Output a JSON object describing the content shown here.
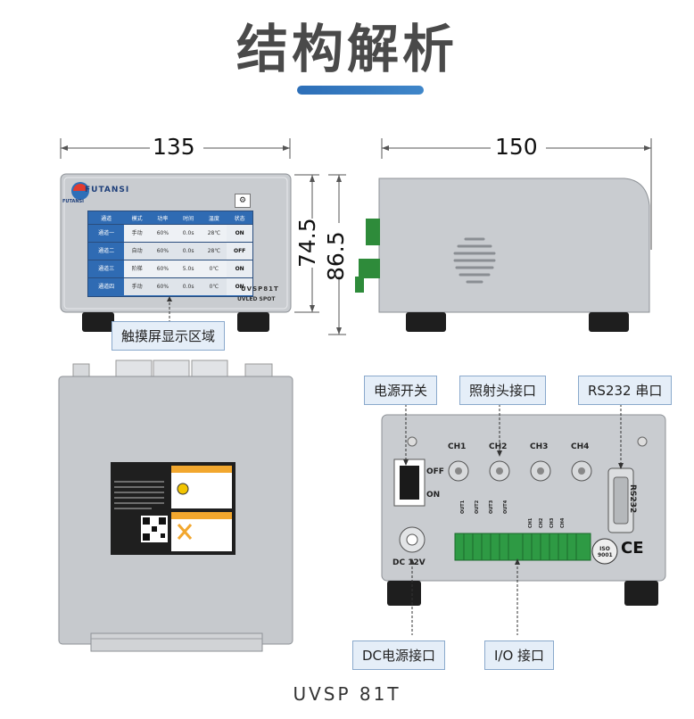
{
  "title": "结构解析",
  "model": "UVSP 81T",
  "dimensions": {
    "width_front": "135",
    "depth_side": "150",
    "height_body": "74.5",
    "height_total": "86.5"
  },
  "callouts": {
    "touchscreen": "触摸屏显示区域",
    "power_switch": "电源开关",
    "irradiation_head": "照射头接口",
    "rs232": "RS232 串口",
    "dc_power": "DC电源接口",
    "io_port": "I/O 接口"
  },
  "front_panel": {
    "brand": "FUTANSI",
    "brand_sub": "FUTANSI",
    "header": [
      "通道",
      "模式",
      "功率",
      "时间",
      "温度",
      "状态"
    ],
    "rows": [
      {
        "ch": "通道一",
        "mode": "手动",
        "power": "60%",
        "time": "0.0s",
        "temp": "28℃",
        "state": "ON"
      },
      {
        "ch": "通道二",
        "mode": "自动",
        "power": "60%",
        "time": "0.0s",
        "temp": "28℃",
        "state": "OFF"
      },
      {
        "ch": "通道三",
        "mode": "阶梯",
        "power": "60%",
        "time": "5.0s",
        "temp": "0℃",
        "state": "ON"
      },
      {
        "ch": "通道四",
        "mode": "手动",
        "power": "60%",
        "time": "0.0s",
        "temp": "0℃",
        "state": "ON"
      }
    ],
    "model_plate": "UVSP81T",
    "model_sub": "UVLED SPOT"
  },
  "rear_panel": {
    "channels": [
      "CH1",
      "CH2",
      "CH3",
      "CH4"
    ],
    "off_label": "OFF",
    "on_label": "ON",
    "dc_label": "DC 12V",
    "rs232_label": "RS232",
    "iso_label": "ISO 9001",
    "ce_label": "CE",
    "outputs": [
      "OUT1",
      "OUT2",
      "OUT3",
      "OUT4"
    ],
    "inputs": [
      "CH1",
      "CH2",
      "CH3",
      "CH4"
    ]
  },
  "colors": {
    "accent": "#2d6fb8",
    "callout_bg": "#e5eef8",
    "body_grey": "#c6c9cd",
    "screen_blue": "#2f6bb3"
  }
}
